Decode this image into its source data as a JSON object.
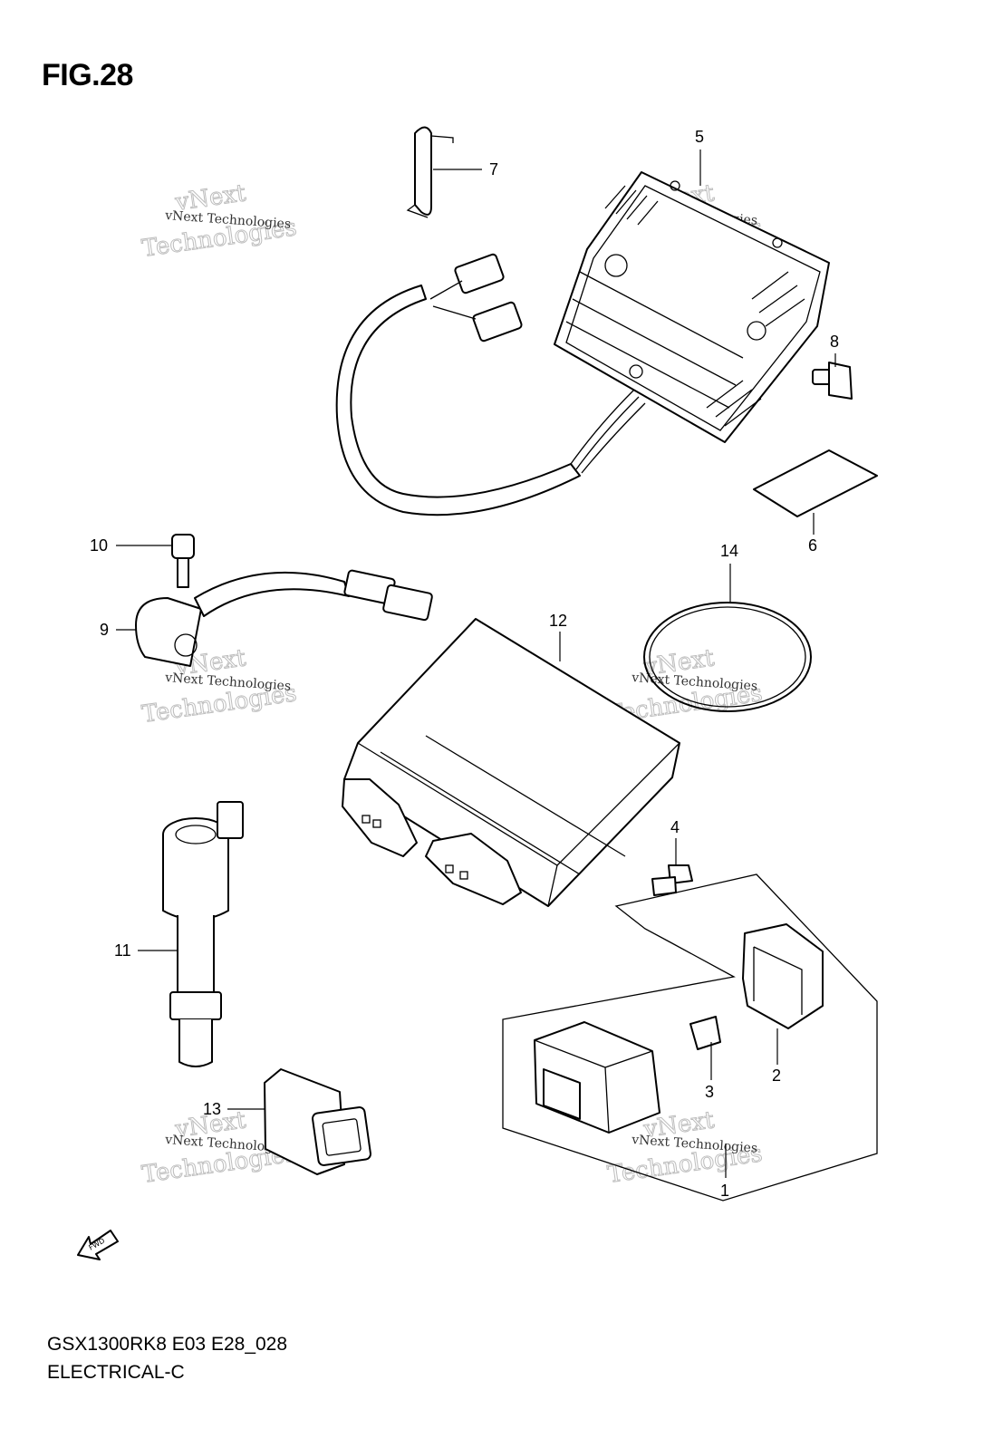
{
  "figure": {
    "title": "FIG.28"
  },
  "footer": {
    "model_code": "GSX1300RK8 E03 E28_028",
    "section": "ELECTRICAL-C"
  },
  "callouts": [
    "1",
    "2",
    "3",
    "4",
    "5",
    "6",
    "7",
    "8",
    "9",
    "10",
    "11",
    "12",
    "13",
    "14"
  ],
  "watermark": {
    "line1": "vNext Technologies",
    "line2": "Technologies",
    "line3": "vNext"
  },
  "fwd_label": "FWD"
}
